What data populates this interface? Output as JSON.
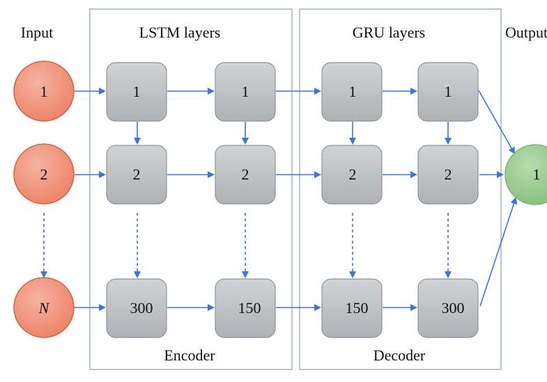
{
  "labels": {
    "input": "Input",
    "lstm": "LSTM layers",
    "gru": "GRU layers",
    "output": "Output",
    "encoder": "Encoder",
    "decoder": "Decoder"
  },
  "input_nodes": [
    "1",
    "2",
    "N"
  ],
  "lstm_layer_1": [
    "1",
    "2",
    "300"
  ],
  "lstm_layer_2": [
    "1",
    "2",
    "150"
  ],
  "gru_layer_1": [
    "1",
    "2",
    "150"
  ],
  "gru_layer_2": [
    "1",
    "2",
    "300"
  ],
  "output_node": "1",
  "colors": {
    "input_fill": "#f08f78",
    "input_stroke": "#d9603f",
    "cell_fill": "#b9bcbf",
    "cell_stroke": "#8d9296",
    "output_fill": "#93c98b",
    "output_stroke": "#7bb372",
    "arrow": "#3b73e0",
    "frame": "#8aa0a8"
  }
}
